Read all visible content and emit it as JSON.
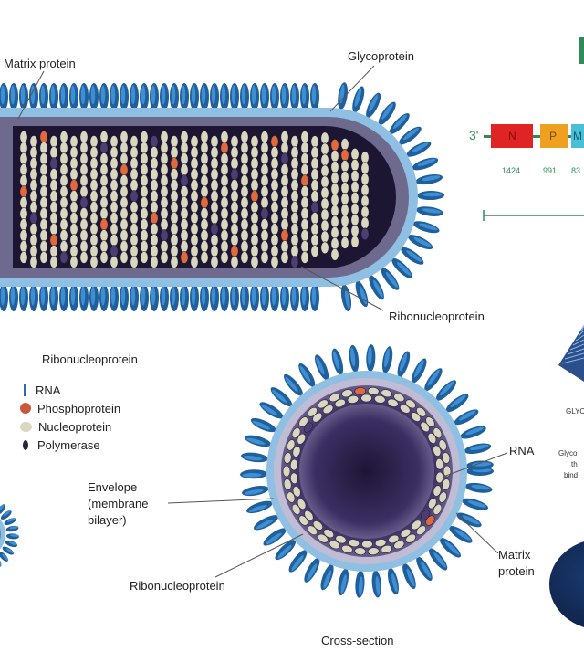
{
  "labels": {
    "matrix_protein_top": "Matrix protein",
    "glycoprotein": "Glycoprotein",
    "ribonucleoprotein_right": "Ribonucleoprotein",
    "legend_title": "Ribonucleoprotein",
    "envelope_1": "Envelope",
    "envelope_2": "(membrane",
    "envelope_3": "bilayer)",
    "ribonucleoprotein_bottom": "Ribonucleoprotein",
    "rna": "RNA",
    "matrix_protein_1": "Matrix",
    "matrix_protein_2": "protein",
    "cross_section": "Cross-section"
  },
  "legend": [
    {
      "key": "rna",
      "label": "RNA"
    },
    {
      "key": "phosphoprotein",
      "label": "Phosphoprotein"
    },
    {
      "key": "nucleoprotein",
      "label": "Nucleoprotein"
    },
    {
      "key": "polymerase",
      "label": "Polymerase"
    }
  ],
  "genome": {
    "end_label": "3'",
    "genes": [
      "N",
      "P",
      "M"
    ],
    "lengths": [
      "1424",
      "991",
      "83"
    ]
  },
  "right_edge": {
    "glyco_fragment": "GLYC",
    "note_1": "Glyco",
    "note_2": "th",
    "note_3": "bind"
  },
  "colors": {
    "spike_dark": "#1e5f9c",
    "spike_light": "#3f8ed2",
    "envelope": "#8fbfe3",
    "matrix": "#6c6c8e",
    "interior_dark": "#1c1633",
    "nucleoprotein": "#d9d8bf",
    "phosphoprotein": "#e06a3c",
    "polymerase": "#4a3f70",
    "gene_N": "#e02424",
    "gene_P": "#f0a020",
    "gene_M": "#48c0d8",
    "genome_line": "#2e8b57"
  }
}
